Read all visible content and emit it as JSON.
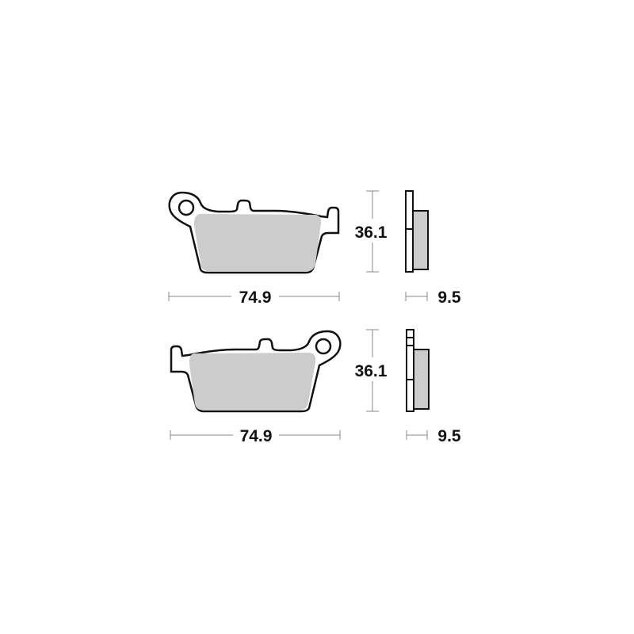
{
  "colors": {
    "background": "#ffffff",
    "outline": "#111111",
    "friction": "#cccccc",
    "dimension_line": "#888888",
    "text": "#111111"
  },
  "pads": [
    {
      "orientation": "ear-left",
      "front_view": {
        "width_label": "74.9"
      },
      "side_view": {
        "height_label": "36.1",
        "thickness_label": "9.5"
      }
    },
    {
      "orientation": "ear-right",
      "front_view": {
        "width_label": "74.9"
      },
      "side_view": {
        "height_label": "36.1",
        "thickness_label": "9.5"
      }
    }
  ]
}
